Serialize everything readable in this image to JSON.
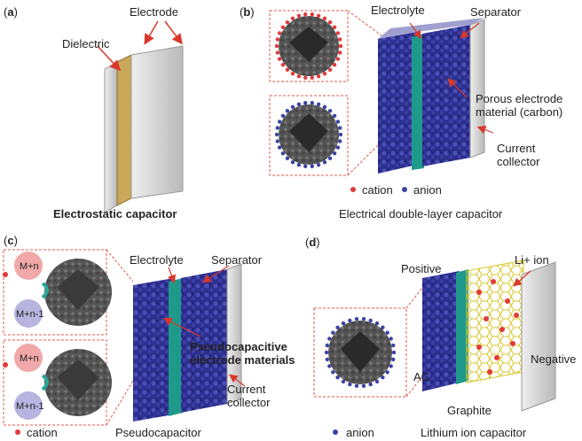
{
  "panels": {
    "a": {
      "tag": "a",
      "dielectric": "Dielectric",
      "electrode": "Electrode",
      "caption": "Electrostatic capacitor"
    },
    "b": {
      "tag": "b",
      "electrolyte": "Electrolyte",
      "separator": "Separator",
      "porous": "Porous electrode material (carbon)",
      "collector": "Current collector",
      "cation": "cation",
      "anion": "anion",
      "caption": "Electrical double-layer capacitor"
    },
    "c": {
      "tag": "c",
      "electrolyte": "Electrolyte",
      "separator": "Separator",
      "pseudo": "Pseudocapacitive electrode materials",
      "collector": "Current collector",
      "m_upper": "M+n",
      "m_lower": "M+n-1",
      "cation": "cation",
      "caption": "Pseudocapacitor"
    },
    "d": {
      "tag": "d",
      "positive": "Positive",
      "li": "Li+ ion",
      "negative": "Negative",
      "ac": "AC",
      "graphite": "Graphite",
      "anion": "anion",
      "caption": "Lithium ion capacitor"
    }
  },
  "colors": {
    "cation": "#e23a3a",
    "anion": "#3b43a3",
    "electrode_material": "#2c2f8c",
    "separator": "#1f9a8a",
    "collector": "#cfcfcf",
    "dielectric": "#c9a85a",
    "callout": "#e05a4a",
    "graphite": "#e6d23a"
  }
}
